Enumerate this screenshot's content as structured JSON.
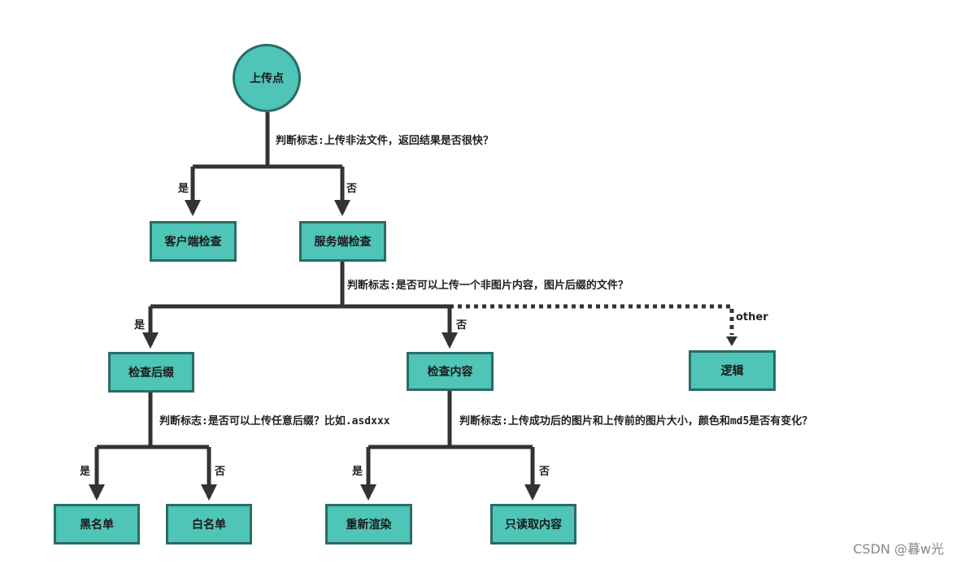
{
  "nodes": {
    "root": "上传点",
    "client_check": "客户端检查",
    "server_check": "服务端检查",
    "check_suffix": "检查后缀",
    "check_content": "检查内容",
    "logic": "逻辑",
    "blacklist": "黑名单",
    "whitelist": "白名单",
    "rerender": "重新渲染",
    "read_content_only": "只读取内容"
  },
  "conditions": {
    "c1": "判断标志:上传非法文件，返回结果是否很快？",
    "c2": "判断标志:是否可以上传一个非图片内容，图片后缀的文件？",
    "c3": "判断标志:是否可以上传任意后缀？比如.asdxxx",
    "c4": "判断标志:上传成功后的图片和上传前的图片大小，颜色和md5是否有变化？"
  },
  "branch_labels": {
    "yes": "是",
    "no": "否",
    "other": "other"
  },
  "watermark": "CSDN @暮w光",
  "colors": {
    "node_fill": "#4ec5b6",
    "node_border": "#2b6b66",
    "line": "#333333"
  }
}
